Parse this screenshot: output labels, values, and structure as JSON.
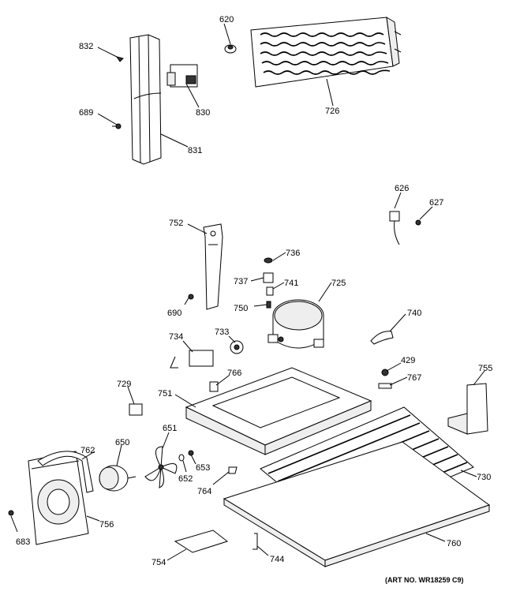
{
  "diagram": {
    "art_number": "(ART NO. WR18259 C9)",
    "callouts": {
      "p620": "620",
      "p726": "726",
      "p832": "832",
      "p830": "830",
      "p689": "689",
      "p831": "831",
      "p626": "626",
      "p627": "627",
      "p752": "752",
      "p736": "736",
      "p737": "737",
      "p741": "741",
      "p725": "725",
      "p690": "690",
      "p750": "750",
      "p740": "740",
      "p734": "734",
      "p733": "733",
      "p766": "766",
      "p429": "429",
      "p755": "755",
      "p729": "729",
      "p767": "767",
      "p751": "751",
      "p651": "651",
      "p762": "762",
      "p650": "650",
      "p653": "653",
      "p652": "652",
      "p764": "764",
      "p730": "730",
      "p756": "756",
      "p683": "683",
      "p760": "760",
      "p754": "754",
      "p744": "744"
    }
  }
}
